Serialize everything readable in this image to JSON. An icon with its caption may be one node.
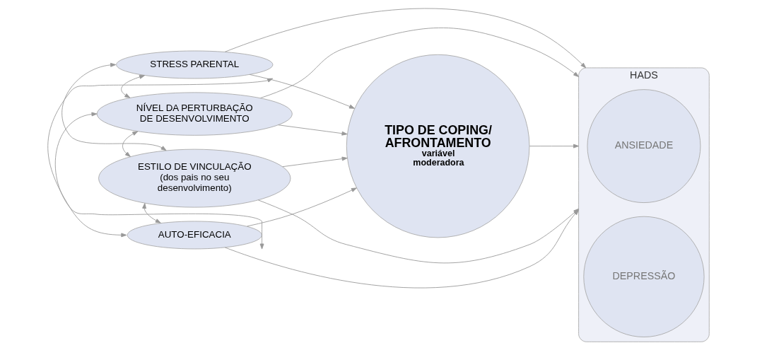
{
  "diagram": {
    "nodes": [
      {
        "text": [
          "STRESS PARENTAL"
        ]
      },
      {
        "text": [
          "NÍVEL DA PERTURBAÇÃO DE DESENVOLVIMENTO"
        ]
      },
      {
        "text": [
          "ESTILO DE VINCULAÇÃO",
          "(dos pais no seu desenvolvimento)"
        ]
      },
      {
        "text": [
          "AUTO-EFICACIA"
        ]
      },
      {
        "text": [
          "TIPO DE COPING/ AFRONTAMENTO",
          "variável moderadora"
        ]
      },
      {
        "text": [
          "HADS"
        ]
      },
      {
        "text": [
          "ANSIEDADE"
        ],
        "in": 5
      },
      {
        "text": [
          "DEPRESSÃO"
        ],
        "in": 5
      }
    ],
    "edges": [
      {
        "from": 0,
        "to": 1,
        "arrow": "both"
      },
      {
        "from": 0,
        "to": 2,
        "arrow": "both"
      },
      {
        "from": 0,
        "to": 3,
        "arrow": "both"
      },
      {
        "from": 1,
        "to": 2,
        "arrow": "both"
      },
      {
        "from": 1,
        "to": 3,
        "arrow": "both"
      },
      {
        "from": 2,
        "to": 3,
        "arrow": "both"
      },
      {
        "from": 0,
        "to": 4,
        "arrow": "to"
      },
      {
        "from": 0,
        "to": 5,
        "arrow": "to"
      },
      {
        "from": 1,
        "to": 5,
        "arrow": "to"
      },
      {
        "from": 1,
        "to": 4,
        "arrow": "to"
      },
      {
        "from": 4,
        "to": 5,
        "arrow": "to"
      },
      {
        "from": 2,
        "to": 4,
        "arrow": "to"
      },
      {
        "from": 2,
        "to": 5,
        "arrow": "to"
      },
      {
        "from": 3,
        "to": 4,
        "arrow": "to"
      },
      {
        "from": 3,
        "to": 5,
        "arrow": "to"
      }
    ]
  }
}
